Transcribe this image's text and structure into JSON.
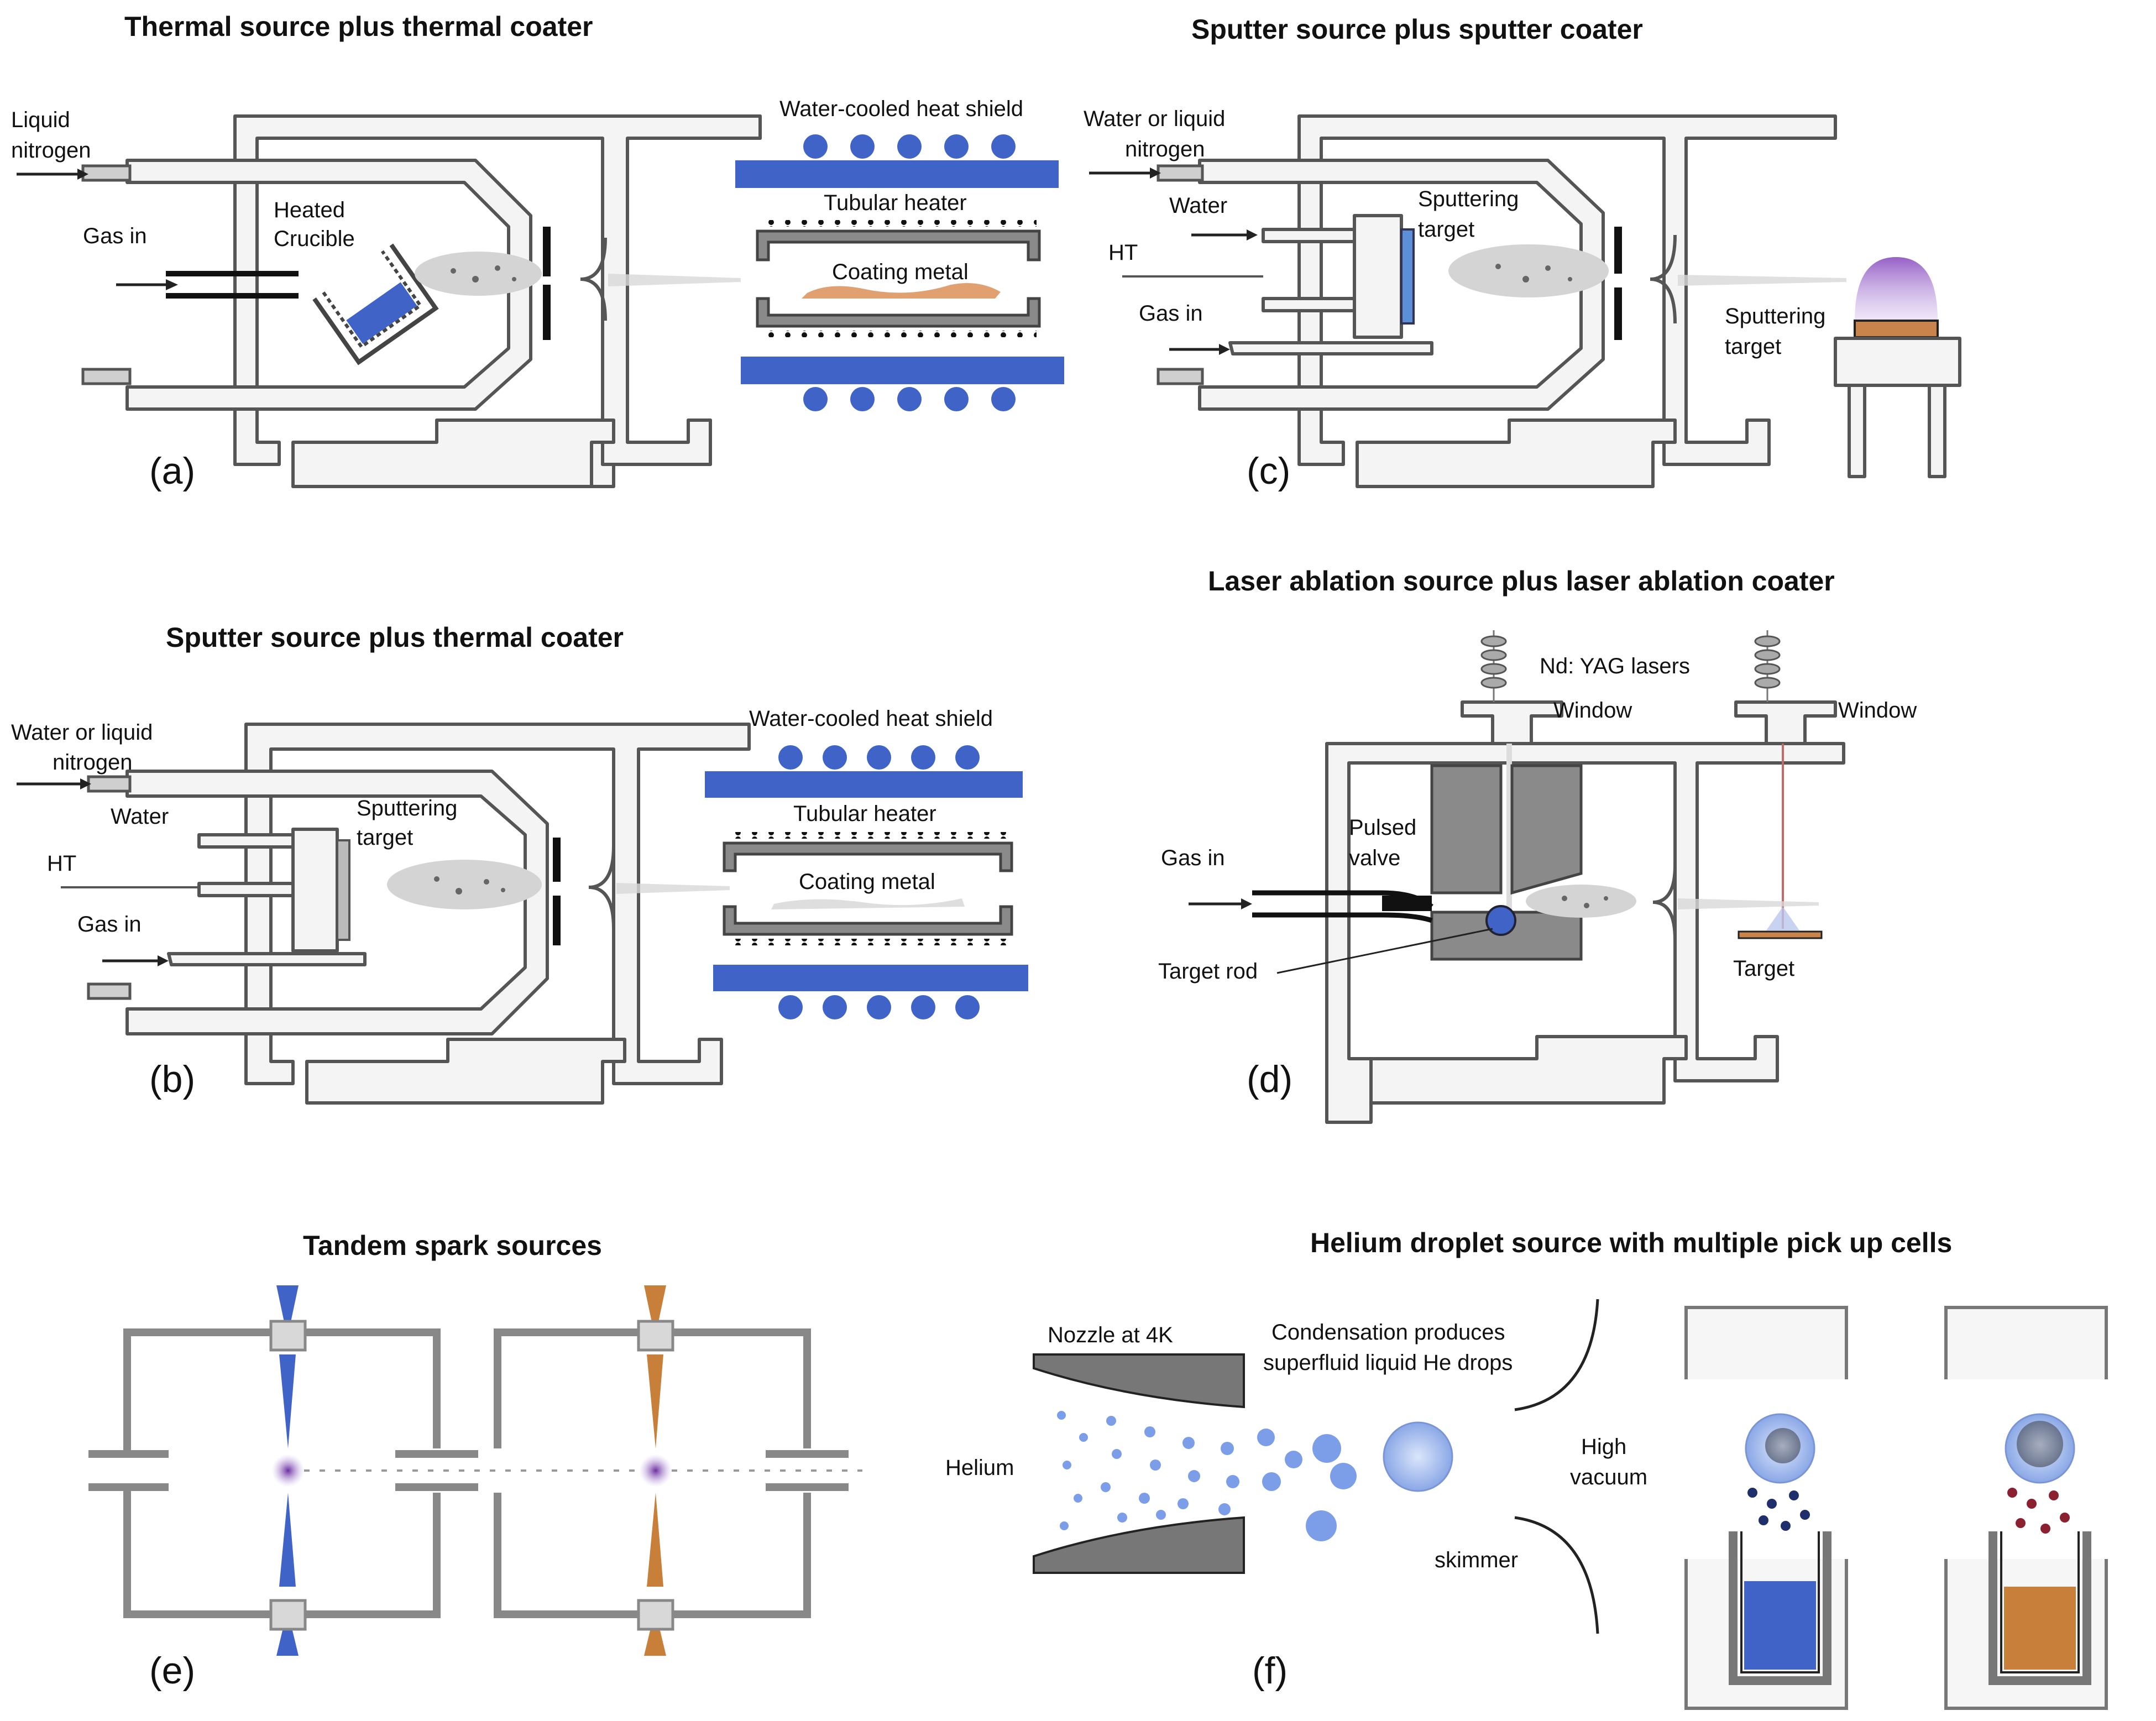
{
  "panels": {
    "a": {
      "tag": "(a)",
      "title": "Thermal source  plus thermal coater",
      "labels": {
        "liquid_nitrogen_1": "Liquid",
        "liquid_nitrogen_2": "nitrogen",
        "gas_in": "Gas in",
        "crucible_1": "Heated",
        "crucible_2": "Crucible",
        "heat_shield": "Water-cooled heat shield",
        "tubular_heater": "Tubular heater",
        "coating_metal": "Coating metal"
      }
    },
    "b": {
      "tag": "(b)",
      "title": "Sputter source  plus thermal coater",
      "labels": {
        "coolant_1": "Water or liquid",
        "coolant_2": "nitrogen",
        "water": "Water",
        "ht": "HT",
        "gas_in": "Gas in",
        "target_1": "Sputtering",
        "target_2": "target",
        "heat_shield": "Water-cooled heat shield",
        "tubular_heater": "Tubular heater",
        "coating_metal": "Coating metal"
      }
    },
    "c": {
      "tag": "(c)",
      "title": "Sputter source  plus sputter coater",
      "labels": {
        "coolant_1": "Water or liquid",
        "coolant_2": "nitrogen",
        "water": "Water",
        "ht": "HT",
        "gas_in": "Gas in",
        "target_1": "Sputtering",
        "target_2": "target",
        "coater_target_1": "Sputtering",
        "coater_target_2": "target"
      }
    },
    "d": {
      "tag": "(d)",
      "title": "Laser ablation source  plus laser ablation coater",
      "labels": {
        "lasers": "Nd: YAG lasers",
        "window_1": "Window",
        "window_2": "Window",
        "pulsed_1": "Pulsed",
        "pulsed_2": "valve",
        "gas_in": "Gas in",
        "target_rod": "Target rod",
        "target": "Target"
      }
    },
    "e": {
      "tag": "(e)",
      "title": "Tandem spark sources"
    },
    "f": {
      "tag": "(f)",
      "title": "Helium droplet source with multiple pick up cells",
      "labels": {
        "nozzle": "Nozzle at 4K",
        "cond_1": "Condensation produces",
        "cond_2": "superfluid liquid He drops",
        "helium": "Helium",
        "vac_1": "High",
        "vac_2": "vacuum",
        "skimmer": "skimmer"
      }
    }
  },
  "colors": {
    "blue": "#3f63c7",
    "orange": "#c87f3a",
    "purple": "#8a4fc0",
    "gray": "#8a8a8a"
  }
}
